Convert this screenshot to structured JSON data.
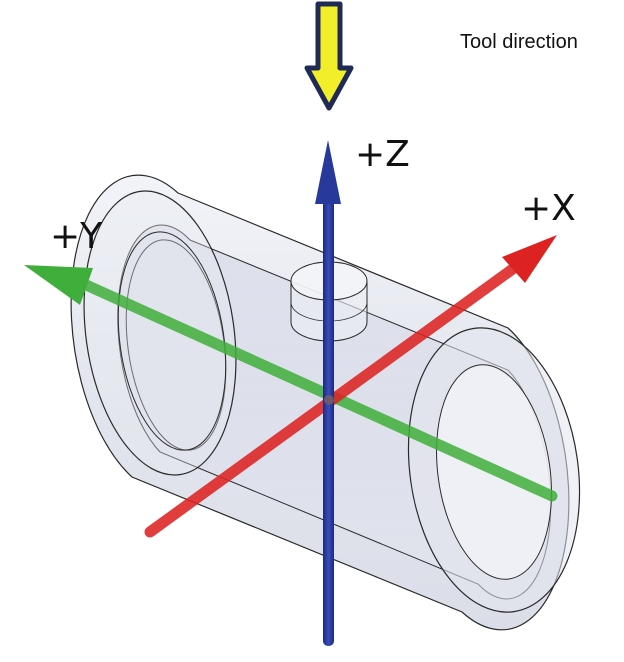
{
  "tool_direction": {
    "label": "Tool direction",
    "fill_color": "#f2ee2a",
    "stroke_color": "#1f2a55"
  },
  "axes": {
    "z": {
      "label": "+Z",
      "color": "#27399a"
    },
    "x": {
      "label": "+X",
      "color": "#dd2222"
    },
    "y": {
      "label": "+Y",
      "color": "#3fae3a"
    }
  },
  "part": {
    "shape": "hollow cylinder with radial hole",
    "fill_color": "#dfe2ec",
    "edge_color": "#2a2a2a"
  }
}
